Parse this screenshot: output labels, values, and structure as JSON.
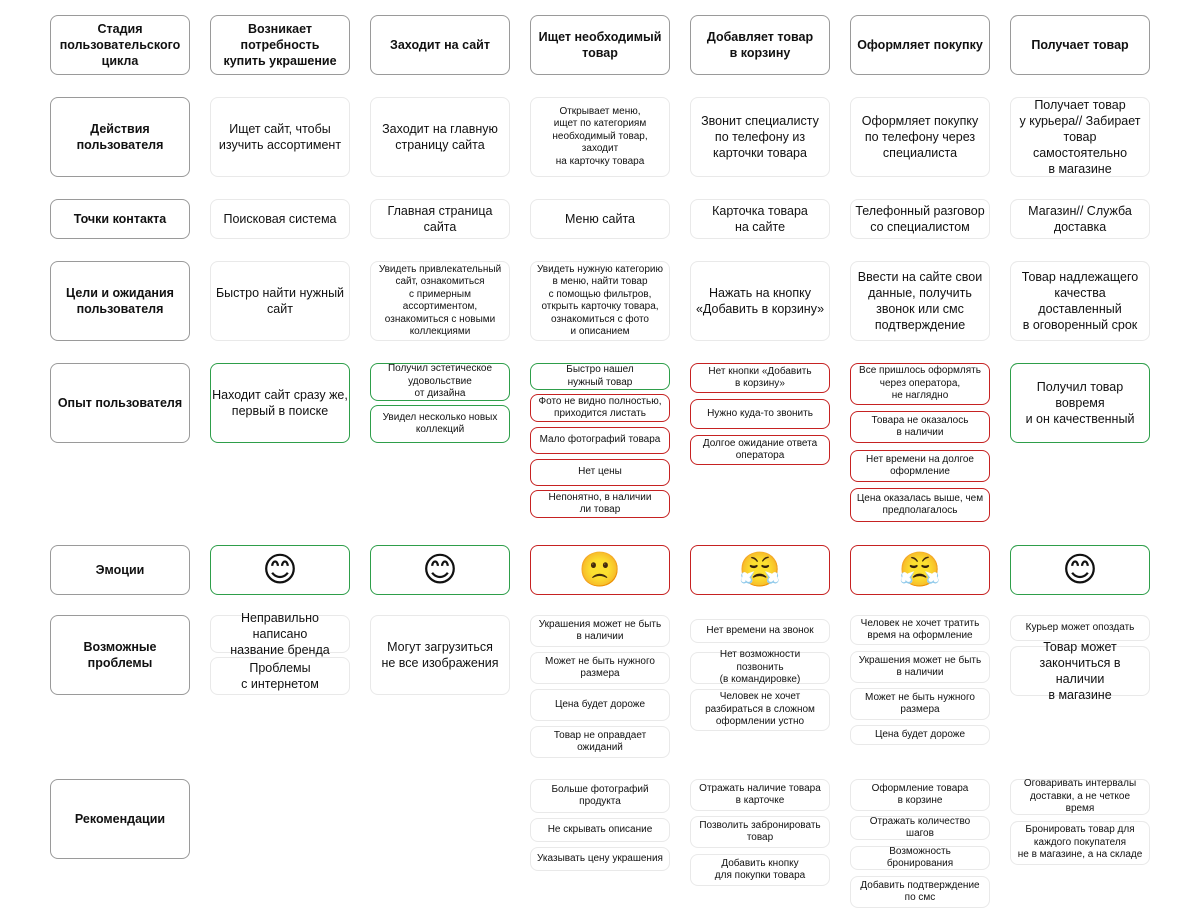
{
  "stages": [
    "Стадия\nпользовательского\nцикла",
    "Возникает\nпотребность\nкупить украшение",
    "Заходит на сайт",
    "Ищет необходимый\nтовар",
    "Добавляет товар\nв корзину",
    "Оформляет покупку",
    "Получает товар"
  ],
  "row_labels": {
    "actions": "Действия\nпользователя",
    "touchpoints": "Точки контакта",
    "goals": "Цели и ожидания\nпользователя",
    "experience": "Опыт пользователя",
    "emotions": "Эмоции",
    "problems": "Возможные\nпроблемы",
    "recommendations": "Рекомендации"
  },
  "actions": [
    "Ищет сайт, чтобы\nизучить ассортимент",
    "Заходит на главную\nстраницу сайта",
    "Открывает меню,\nищет по категориям\nнеобходимый товар,\nзаходит\nна карточку товара",
    "Звонит специалисту\nпо телефону из\nкарточки товара",
    "Оформляет покупку\nпо телефону через\nспециалиста",
    "Получает товар\nу курьера// Забирает\nтовар самостоятельно\nв магазине"
  ],
  "touchpoints": [
    "Поисковая система",
    "Главная страница сайта",
    "Меню сайта",
    "Карточка товара\nна сайте",
    "Телефонный разговор\nсо специалистом",
    "Магазин// Служба\nдоставка"
  ],
  "goals": [
    "Быстро найти нужный\nсайт",
    "Увидеть привлекательный\nсайт, ознакомиться\nс примерным\nассортиментом,\nознакомиться с новыми\nколлекциями",
    "Увидеть нужную категорию\nв меню, найти товар\nс помощью фильтров,\nоткрыть карточку товара,\nознакомиться с фото\nи описанием",
    "Нажать на кнопку\n«Добавить в корзину»",
    "Ввести на сайте свои\nданные, получить\nзвонок или смс\nподтверждение",
    "Товар надлежащего\nкачества доставленный\nв оговоренный срок"
  ],
  "experience": {
    "col1": [
      "Находит сайт сразу же,\nпервый в поиске"
    ],
    "col2": [
      "Получил эстетическое\nудовольствие\nот дизайна",
      "Увидел несколько новых\nколлекций"
    ],
    "col3": [
      "Быстро нашел\nнужный товар",
      "Фото не видно полностью,\nприходится листать",
      "Мало фотографий товара",
      "Нет цены",
      "Непонятно, в наличии\nли товар"
    ],
    "col4": [
      "Нет кнопки «Добавить\nв корзину»",
      "Нужно куда-то звонить",
      "Долгое ожидание ответа\nоператора"
    ],
    "col5": [
      "Все пришлось оформлять\nчерез оператора,\nне наглядно",
      "Товара не оказалось\nв наличии",
      "Нет времени на долгое\nоформление",
      "Цена оказалась выше, чем\nпредполагалось"
    ],
    "col6": [
      "Получил товар вовремя\nи он качественный"
    ]
  },
  "emotions": [
    "😊",
    "😊",
    "🙁",
    "😤",
    "😤",
    "😊"
  ],
  "problems": {
    "col1": [
      "Неправильно написано\nназвание бренда",
      "Проблемы\nс интернетом"
    ],
    "col2": [
      "Могут загрузиться\nне все изображения"
    ],
    "col3": [
      "Украшения может не быть\nв наличии",
      "Может не быть нужного\nразмера",
      "Цена будет дороже",
      "Товар не оправдает\nожиданий"
    ],
    "col4": [
      "Нет времени на звонок",
      "Нет возможности позвонить\n(в командировке)",
      "Человек не хочет\nразбираться в сложном\nоформлении устно"
    ],
    "col5": [
      "Человек не хочет тратить\nвремя на оформление",
      "Украшения может не быть\nв наличии",
      "Может не быть нужного\nразмера",
      "Цена будет дороже"
    ],
    "col6": [
      "Курьер может опоздать",
      "Товар может\nзакончиться в наличии\nв магазине"
    ]
  },
  "recommendations": {
    "col3": [
      "Больше фотографий\nпродукта",
      "Не скрывать описание",
      "Указывать цену украшения"
    ],
    "col4": [
      "Отражать наличие товара\nв карточке",
      "Позволить забронировать\nтовар",
      "Добавить кнопку\nдля покупки товара"
    ],
    "col5": [
      "Оформление товара\nв корзине",
      "Отражать количество шагов",
      "Возможность бронирования",
      "Добавить подтверждение\nпо смс"
    ],
    "col6": [
      "Оговаривать интервалы\nдоставки, а не четкое время",
      "Бронировать товар для\nкаждого покупателя\nне в магазине, а на складе"
    ]
  },
  "colors": {
    "positive": "#2e9e4a",
    "negative": "#c62222",
    "header_border": "#9a9a9a",
    "soft_border": "#e9e9e9"
  }
}
